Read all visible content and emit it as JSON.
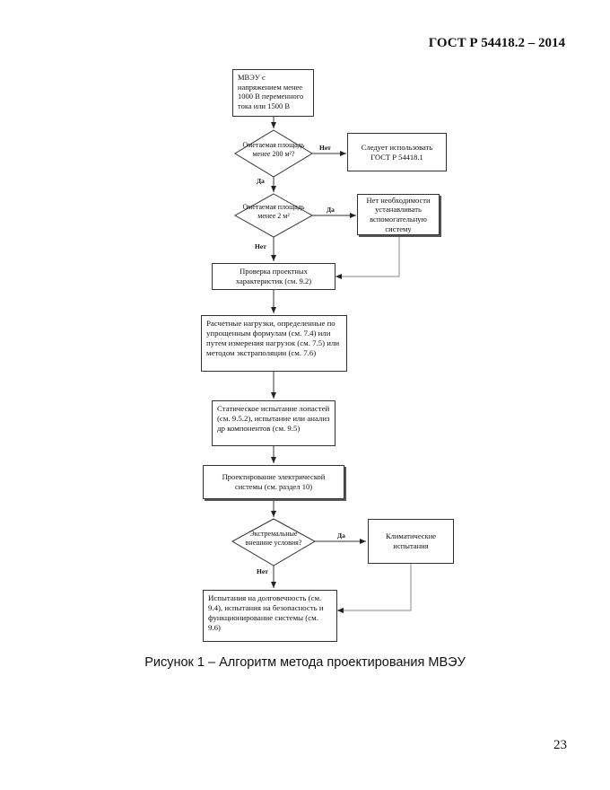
{
  "header": {
    "standard": "ГОСТ Р 54418.2 – 2014"
  },
  "flowchart": {
    "start": "МВЭУ с напряжением менее 1000 В переменного тока или 1500 В",
    "decision1": "Ометаемая площадь менее 200 м²?",
    "decision1_no": "Нет",
    "decision1_yes": "Да",
    "box_gost": "Следует использовать ГОСТ Р 54418.1",
    "decision2": "Ометаемая площадь менее 2 м²",
    "decision2_yes": "Да",
    "decision2_no": "Нет",
    "box_no_aux": "Нет необходимости устанавливать вспомогательную систему",
    "box_check": "Проверка проектных характеристик (см. 9.2)",
    "box_loads": "Расчетные нагрузки, определенные по упрощенным формулам (см. 7.4) или путем измерения нагрузок (см. 7.5) или методом экстраполяции (см. 7.6)",
    "box_static": "Статическое испытание лопастей (см. 9.5.2), испытание или анализ др компонентов (см. 9.5)",
    "box_electric": "Проектирование электрической системы (см. раздел 10)",
    "decision3": "Экстремальные внешние условия?",
    "decision3_yes": "Да",
    "decision3_no": "Нет",
    "box_climate": "Климатические испытания",
    "box_final": "Испытания на долговечность (см. 9.4), испытания на безопасность и функционирование системы (см. 9.6)"
  },
  "caption": "Рисунок 1 – Алгоритм метода проектирования МВЭУ",
  "page_number": "23"
}
